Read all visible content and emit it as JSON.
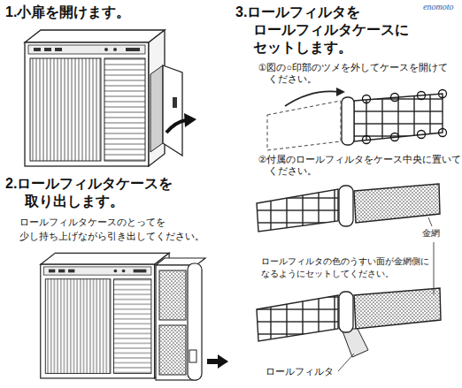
{
  "diagram": {
    "labels": [
      "1.小扉を開けます。",
      "2.ロールフィルタケースを 取り出します。",
      "ロールフィルタケースのとってを 少し持ち上げながら引き出してください。",
      "3.ロールフィルタを ロールフィルタケースに セットします。",
      "①図の○印部のツメを外してケースを開けて ください。",
      "②付属のロールフィルタをケース中央に置いて ください。",
      "ロールフィルタの色のうすい面が金網側に なるようにセットしてください。",
      "金網",
      "ロールフィルタ",
      "enomoto"
    ]
  }
}
